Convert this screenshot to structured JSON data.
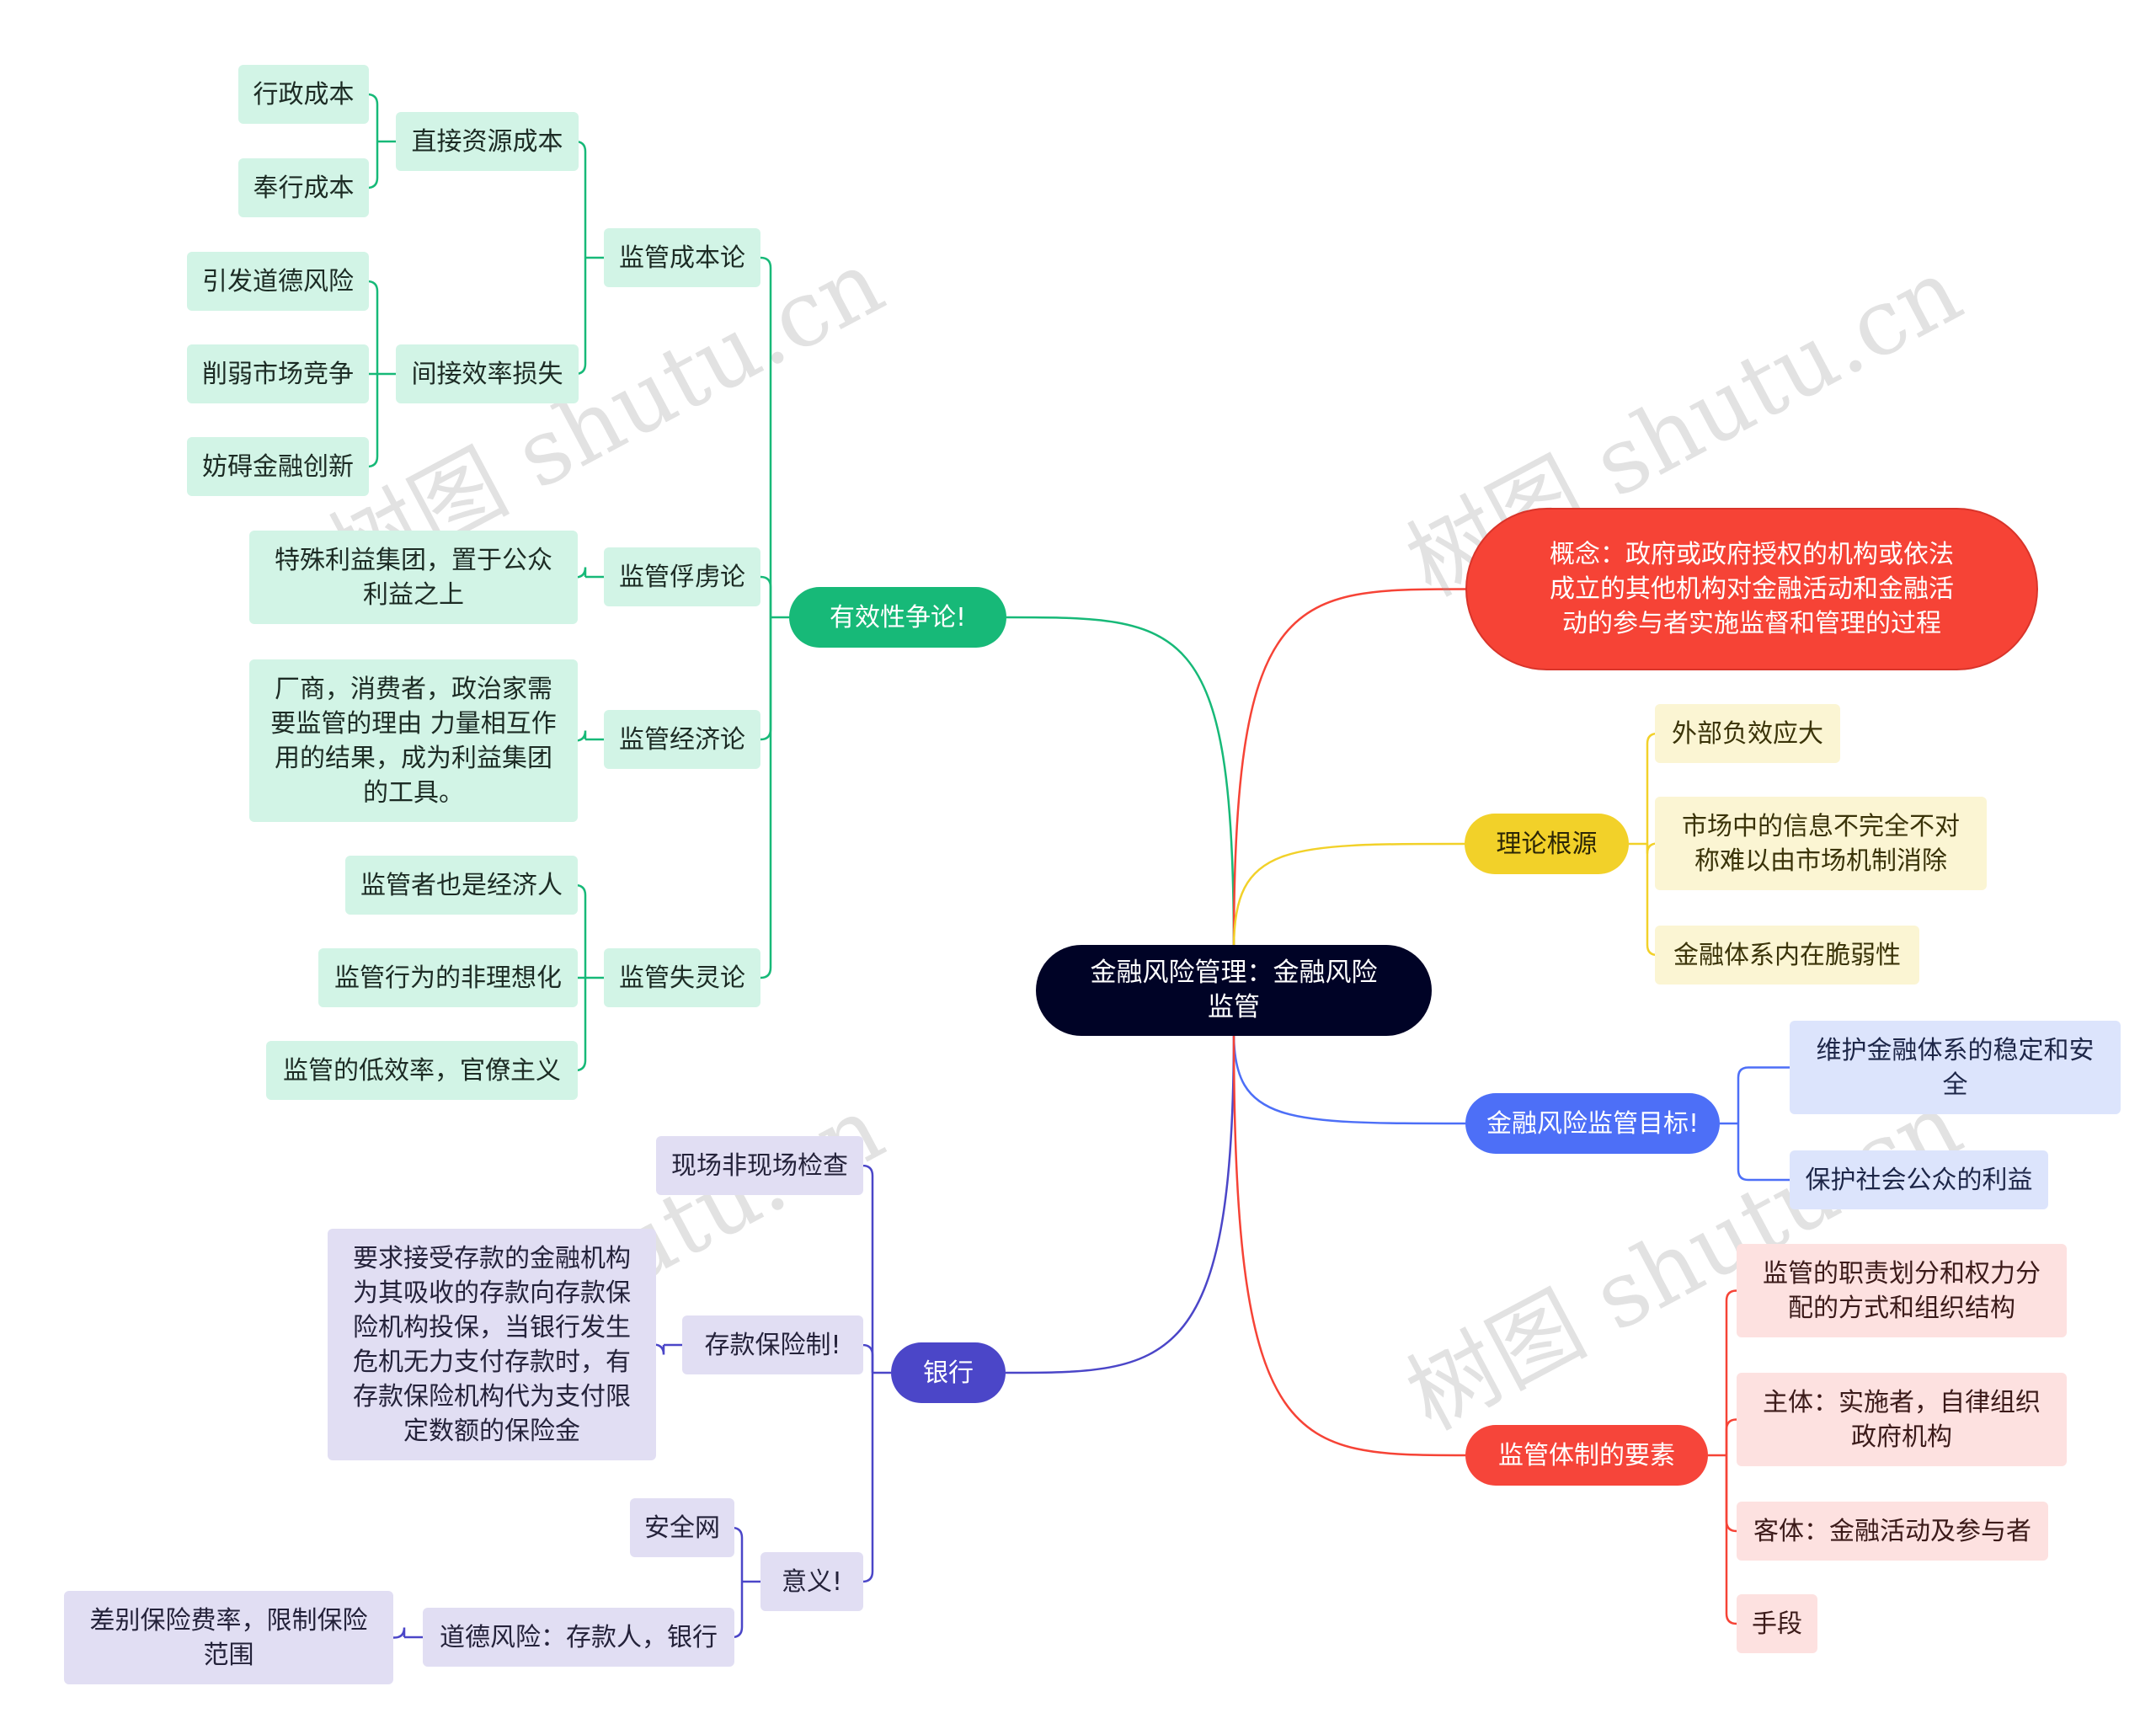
{
  "root": "金融风险管理：金融风险监管",
  "watermark": "树图 shutu.cn",
  "colors": {
    "green": "#17b978",
    "purple": "#4b46c8",
    "red": "#f64336",
    "yellow": "#f2d129",
    "blue": "#4d6ff7",
    "root": "#000326"
  },
  "left": {
    "effectiveness": {
      "label": "有效性争论!",
      "cost": {
        "label": "监管成本论",
        "direct": {
          "label": "直接资源成本",
          "items": [
            "行政成本",
            "奉行成本"
          ]
        },
        "indirect": {
          "label": "间接效率损失",
          "items": [
            "引发道德风险",
            "削弱市场竞争",
            "妨碍金融创新"
          ]
        }
      },
      "capture": {
        "label": "监管俘虏论",
        "detail": "特殊利益集团，置于公众利益之上"
      },
      "economic": {
        "label": "监管经济论",
        "detail": "厂商，消费者，政治家需要监管的理由 力量相互作用的结果，成为利益集团的工具。"
      },
      "failure": {
        "label": "监管失灵论",
        "items": [
          "监管者也是经济人",
          "监管行为的非理想化",
          "监管的低效率，官僚主义"
        ]
      }
    },
    "bank": {
      "label": "银行",
      "inspection": "现场非现场检查",
      "insurance": {
        "label": "存款保险制!",
        "detail": "要求接受存款的金融机构为其吸收的存款向存款保险机构投保，当银行发生危机无力支付存款时，有存款保险机构代为支付限定数额的保险金"
      },
      "meaning": {
        "label": "意义!",
        "safety": "安全网",
        "moral": {
          "label": "道德风险：存款人，银行",
          "detail": "差别保险费率，限制保险范围"
        }
      }
    }
  },
  "right": {
    "concept": "概念：政府或政府授权的机构或依法成立的其他机构对金融活动和金融活动的参与者实施监督和管理的过程",
    "theory": {
      "label": "理论根源",
      "items": [
        "外部负效应大",
        "市场中的信息不完全不对称难以由市场机制消除",
        "金融体系内在脆弱性"
      ]
    },
    "goal": {
      "label": "金融风险监管目标!",
      "items": [
        "维护金融体系的稳定和安全",
        "保护社会公众的利益"
      ]
    },
    "system": {
      "label": "监管体制的要素",
      "items": [
        "监管的职责划分和权力分配的方式和组织结构",
        "主体：实施者，自律组织 政府机构",
        "客体：金融活动及参与者",
        "手段"
      ]
    }
  }
}
